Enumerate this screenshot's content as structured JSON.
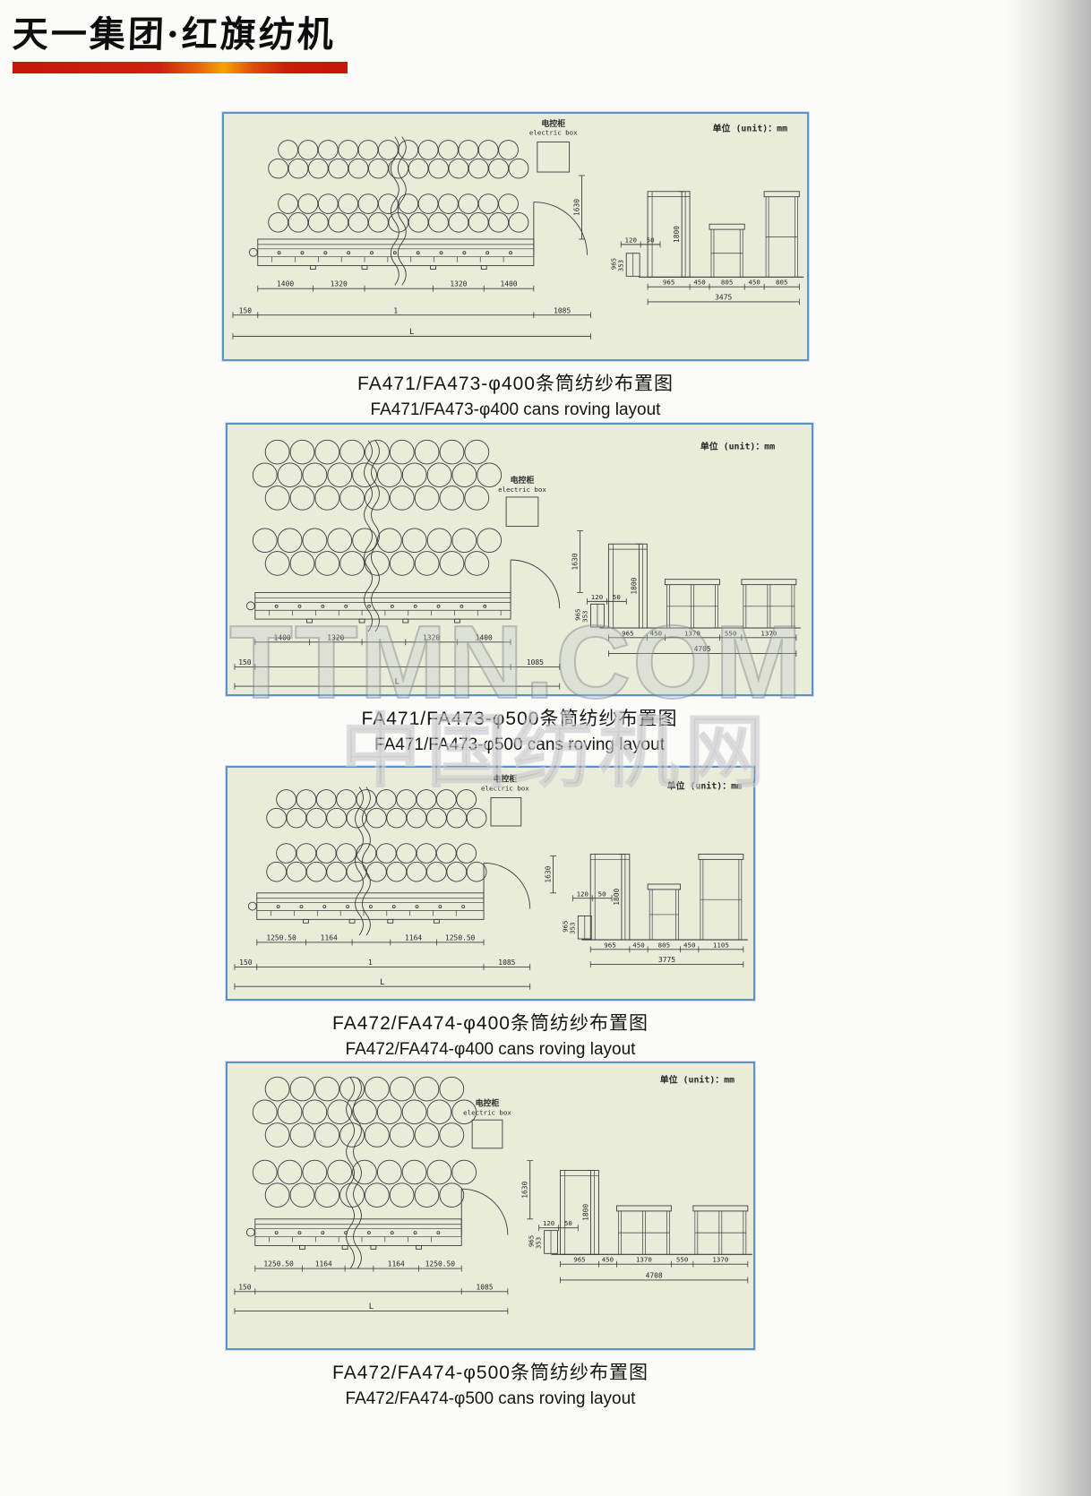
{
  "page": {
    "header_title": "天一集团·红旗纺机",
    "watermark_line1": "TTMN.COM",
    "watermark_line2": "中国纺机网"
  },
  "diagrams": [
    {
      "caption_cn": "FA471/FA473-φ400条筒纺纱布置图",
      "caption_en": "FA471/FA473-φ400 cans roving layout",
      "unit_label": "单位 (unit)：mm",
      "electric_box_label_cn": "电控柜",
      "electric_box_label_en": "electric box",
      "machine_segment_dims": [
        "1400",
        "1320",
        "1320",
        "1400"
      ],
      "left_offset_dim": "150",
      "center_dim": "1",
      "headstock_dim": "1085",
      "total_length_label": "L",
      "electric_box_height_dim": "1630",
      "door_dims": [
        "120",
        "50"
      ],
      "creel_dims": [
        "353",
        "965"
      ],
      "machine_height_dim": "1800",
      "side_view_dims": [
        "965",
        "450",
        "805",
        "450",
        "805"
      ],
      "side_view_total_dim": "3475"
    },
    {
      "caption_cn": "FA471/FA473-φ500条筒纺纱布置图",
      "caption_en": "FA471/FA473-φ500 cans roving layout",
      "unit_label": "单位 (unit)：mm",
      "electric_box_label_cn": "电控柜",
      "electric_box_label_en": "electric box",
      "machine_segment_dims": [
        "1400",
        "1320",
        "1320",
        "1400"
      ],
      "left_offset_dim": "150",
      "center_dim": "",
      "headstock_dim": "1085",
      "total_length_label": "L",
      "electric_box_height_dim": "1630",
      "door_dims": [
        "120",
        "50"
      ],
      "creel_dims": [
        "353",
        "965"
      ],
      "machine_height_dim": "1800",
      "side_view_dims": [
        "965",
        "450",
        "1370",
        "550",
        "1370"
      ],
      "side_view_total_dim": "4705"
    },
    {
      "caption_cn": "FA472/FA474-φ400条筒纺纱布置图",
      "caption_en": "FA472/FA474-φ400 cans roving layout",
      "unit_label": "单位 (unit)：mm",
      "electric_box_label_cn": "电控柜",
      "electric_box_label_en": "electric box",
      "machine_segment_dims": [
        "1250.50",
        "1164",
        "1164",
        "1250.50"
      ],
      "left_offset_dim": "150",
      "center_dim": "1",
      "headstock_dim": "1085",
      "total_length_label": "L",
      "electric_box_height_dim": "1630",
      "door_dims": [
        "120",
        "50"
      ],
      "creel_dims": [
        "353",
        "965"
      ],
      "machine_height_dim": "1800",
      "side_view_dims": [
        "965",
        "450",
        "805",
        "450",
        "1105"
      ],
      "side_view_total_dim": "3775"
    },
    {
      "caption_cn": "FA472/FA474-φ500条筒纺纱布置图",
      "caption_en": "FA472/FA474-φ500 cans roving layout",
      "unit_label": "单位 (unit)：mm",
      "electric_box_label_cn": "电控柜",
      "electric_box_label_en": "electric box",
      "machine_segment_dims": [
        "1250.50",
        "1164",
        "1164",
        "1250.50"
      ],
      "left_offset_dim": "150",
      "center_dim": "",
      "headstock_dim": "1085",
      "total_length_label": "L",
      "electric_box_height_dim": "1630",
      "door_dims": [
        "120",
        "50"
      ],
      "creel_dims": [
        "353",
        "965"
      ],
      "machine_height_dim": "1800",
      "side_view_dims": [
        "965",
        "450",
        "1370",
        "550",
        "1370"
      ],
      "side_view_total_dim": "4708"
    }
  ]
}
